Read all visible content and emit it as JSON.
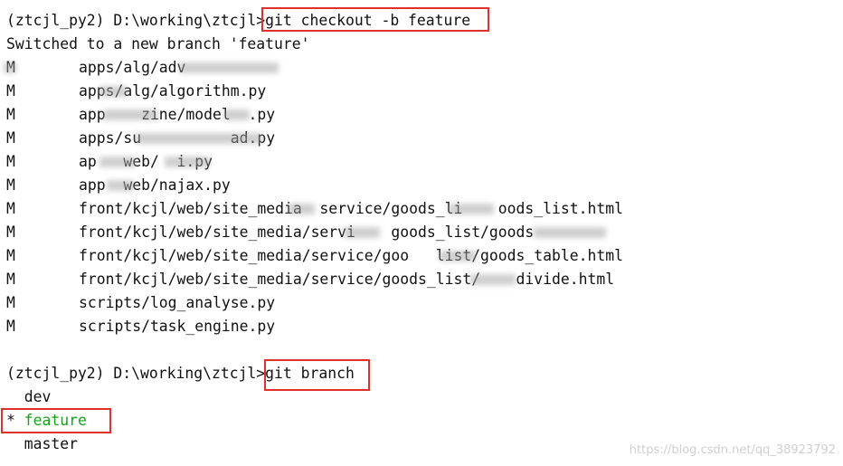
{
  "commands": [
    {
      "prompt": "(ztcjl_py2) D:\\working\\ztcjl>",
      "command": "git checkout -b feature"
    },
    {
      "prompt": "(ztcjl_py2) D:\\working\\ztcjl>",
      "command": "git branch"
    }
  ],
  "checkout_output": "Switched to a new branch 'feature'",
  "modified_files": [
    {
      "status": "M",
      "path": "apps/alg/adv"
    },
    {
      "status": "M",
      "path": "apps/alg/algorithm.py"
    },
    {
      "status": "M",
      "path": "app    zine/model  .py"
    },
    {
      "status": "M",
      "path": "apps/su          ad.py"
    },
    {
      "status": "M",
      "path": "ap   web/  i.py"
    },
    {
      "status": "M",
      "path": "app  web/najax.py"
    },
    {
      "status": "M",
      "path": "front/kcjl/web/site_media  service/goods_li    oods_list.html"
    },
    {
      "status": "M",
      "path": "front/kcjl/web/site_media/servi    goods_list/goods"
    },
    {
      "status": "M",
      "path": "front/kcjl/web/site_media/service/goo   list/goods_table.html"
    },
    {
      "status": "M",
      "path": "front/kcjl/web/site_media/service/goods_list/    divide.html"
    },
    {
      "status": "M",
      "path": "scripts/log_analyse.py"
    },
    {
      "status": "M",
      "path": "scripts/task_engine.py"
    }
  ],
  "branches": [
    {
      "marker": " ",
      "name": "dev"
    },
    {
      "marker": "*",
      "name": "feature"
    },
    {
      "marker": " ",
      "name": "master"
    }
  ],
  "watermark": "https://blog.csdn.net/qq_38923792",
  "colors": {
    "highlight": "#e0302c",
    "current_branch": "#17a317"
  }
}
